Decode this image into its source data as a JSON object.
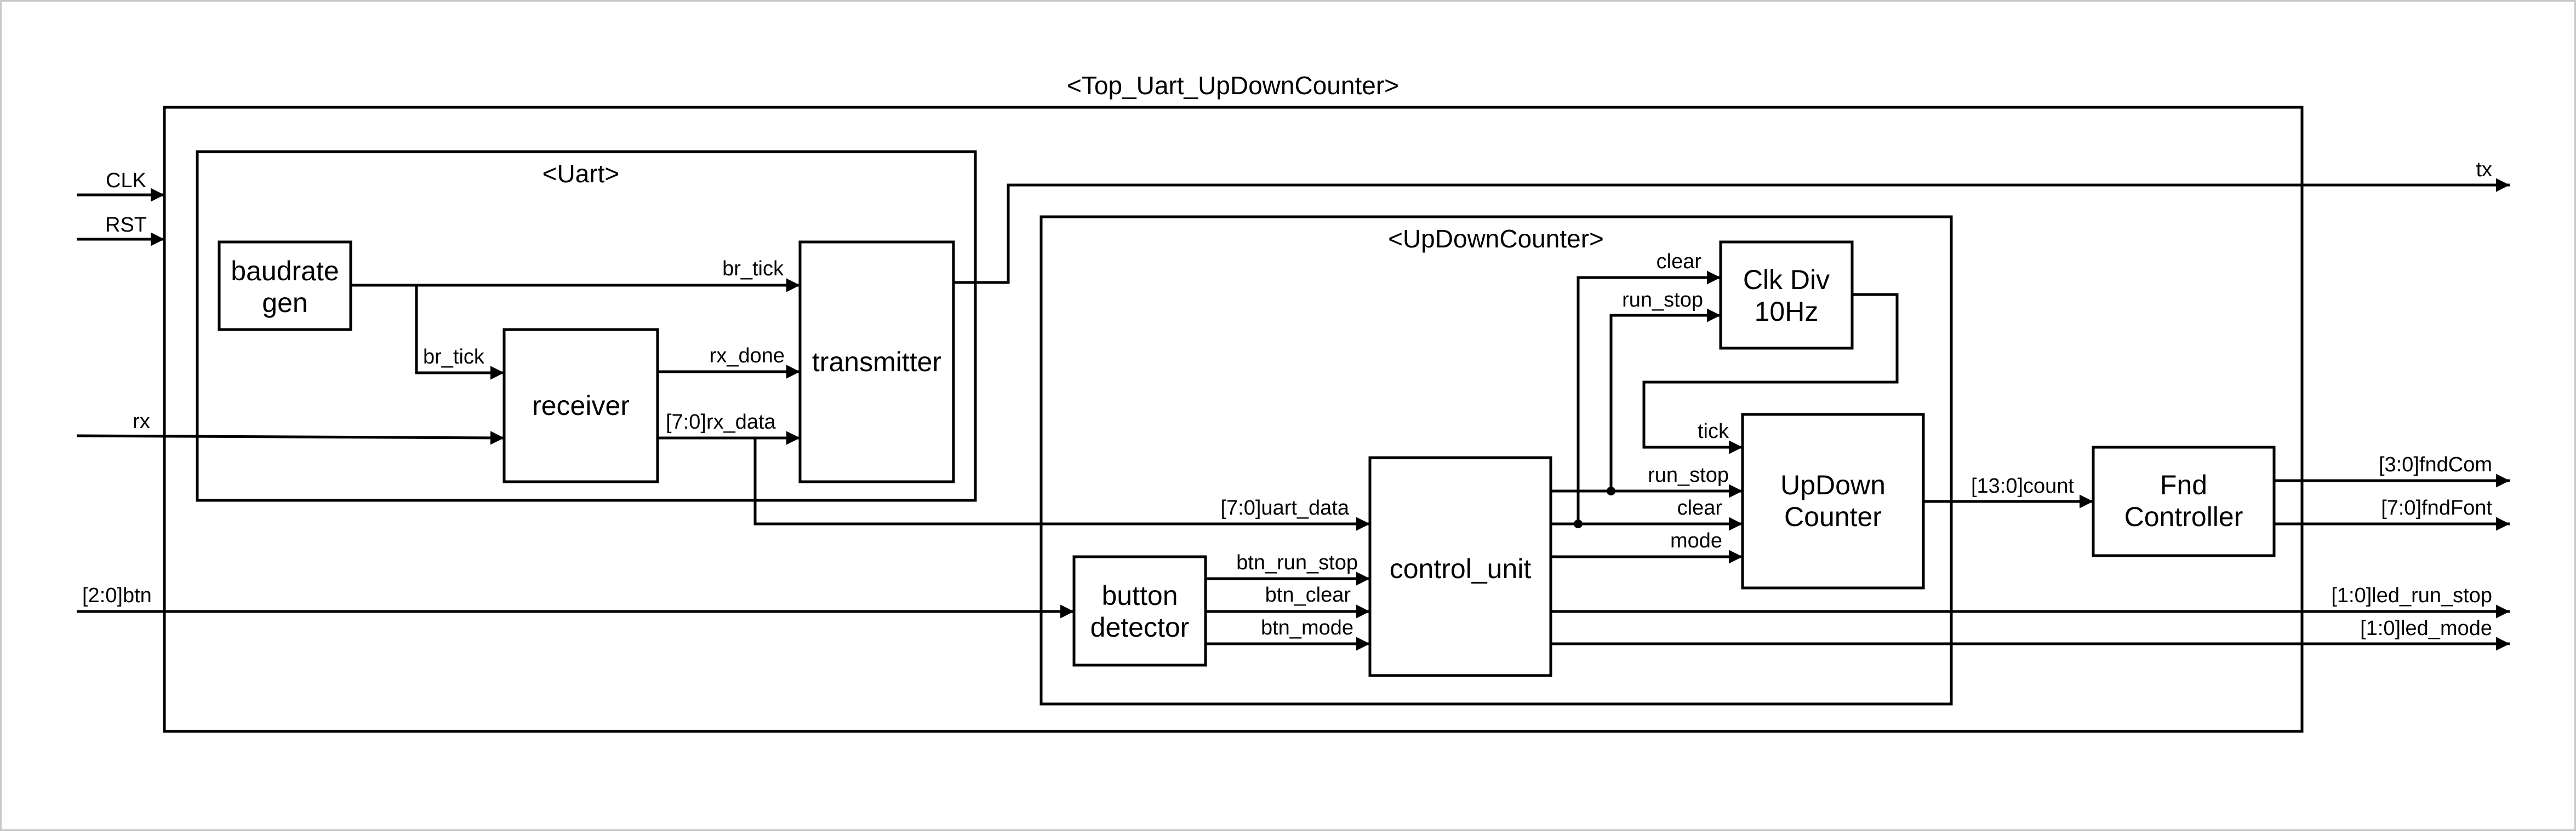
{
  "top": {
    "title": "<Top_Uart_UpDownCounter>"
  },
  "uart": {
    "title": "<Uart>",
    "baudrate_gen": [
      "baudrate",
      "gen"
    ],
    "receiver": "receiver",
    "transmitter": "transmitter"
  },
  "counter": {
    "title": "<UpDownCounter>",
    "control_unit": "control_unit",
    "button_detector": [
      "button",
      "detector"
    ],
    "clk_div": [
      "Clk Div",
      "10Hz"
    ],
    "updown_counter": [
      "UpDown",
      "Counter"
    ]
  },
  "fnd": {
    "controller": [
      "Fnd",
      "Controller"
    ]
  },
  "ports": {
    "clk": "CLK",
    "rst": "RST",
    "rx": "rx",
    "btn": "[2:0]btn",
    "tx": "tx",
    "fnd_com": "[3:0]fndCom",
    "fnd_font": "[7:0]fndFont",
    "led_run_stop": "[1:0]led_run_stop",
    "led_mode": "[1:0]led_mode"
  },
  "signals": {
    "br_tick": "br_tick",
    "rx_done": "rx_done",
    "rx_data": "[7:0]rx_data",
    "uart_data": "[7:0]uart_data",
    "btn_run_stop": "btn_run_stop",
    "btn_clear": "btn_clear",
    "btn_mode": "btn_mode",
    "clear": "clear",
    "run_stop": "run_stop",
    "tick": "tick",
    "mode": "mode",
    "count": "[13:0]count"
  }
}
